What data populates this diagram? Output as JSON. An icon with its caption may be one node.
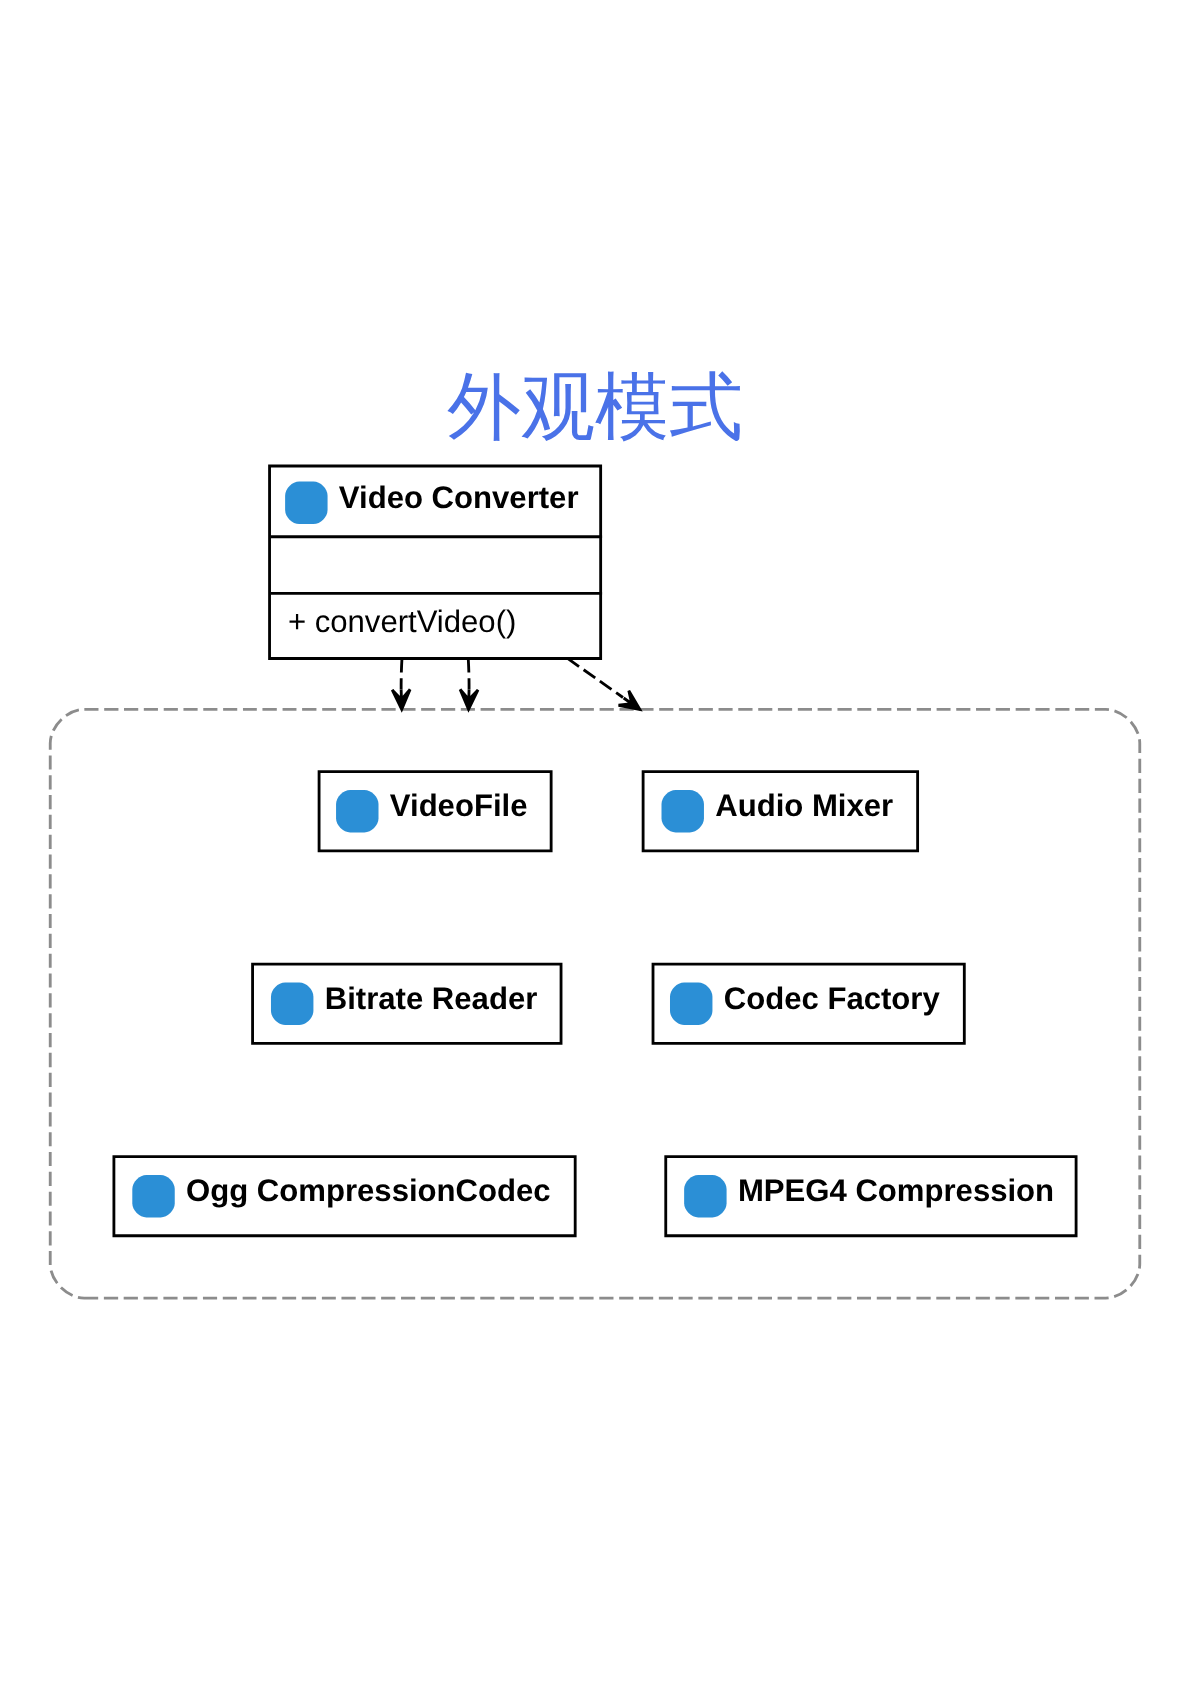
{
  "diagram": {
    "title": "外观模式",
    "nodes": [
      {
        "text": [
          "Video Converter",
          "+ convertVideo()"
        ]
      },
      {
        "text": [],
        "shape": "cloud"
      },
      {
        "text": [
          "VideoFile"
        ],
        "in": 1
      },
      {
        "text": [
          "Audio Mixer"
        ],
        "in": 1
      },
      {
        "text": [
          "Bitrate Reader"
        ],
        "in": 1
      },
      {
        "text": [
          "Codec Factory"
        ],
        "in": 1
      },
      {
        "text": [
          "Ogg CompressionCodec"
        ],
        "in": 1
      },
      {
        "text": [
          "MPEG4 Compression"
        ],
        "in": 1
      }
    ],
    "edges": [
      {
        "from": 0,
        "to": 1,
        "arrow": "to",
        "style": "dashed"
      },
      {
        "from": 0,
        "to": 1,
        "arrow": "to",
        "style": "dashed"
      },
      {
        "from": 0,
        "to": 1,
        "arrow": "to",
        "style": "dashed"
      }
    ]
  }
}
